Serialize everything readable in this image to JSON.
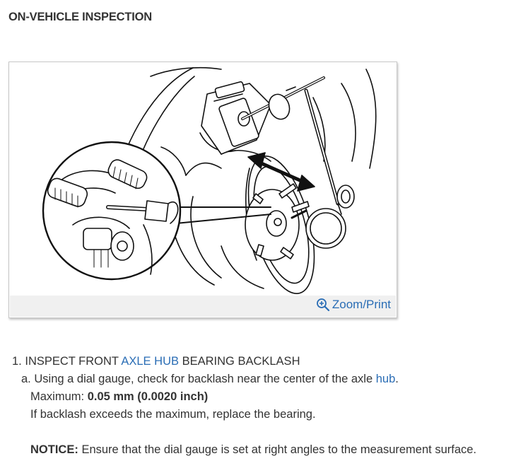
{
  "header": {
    "title": "ON-VEHICLE INSPECTION"
  },
  "figure": {
    "illustration": "axle-hub-dial-gauge-illustration",
    "zoom_label": "Zoom/Print",
    "zoom_icon": "magnifier-zoom-icon"
  },
  "content": {
    "step": {
      "number": "1.",
      "prefix": "INSPECT FRONT",
      "link": "AXLE HUB",
      "suffix": "BEARING BACKLASH"
    },
    "substep": {
      "marker": "a.",
      "text_before": "Using a dial gauge, check for backlash near the center of the axle",
      "link": "hub",
      "text_after": "."
    },
    "maximum": {
      "label": "Maximum:",
      "value": "0.05 mm (0.0020 inch)"
    },
    "instruction": "If backlash exceeds the maximum, replace the bearing.",
    "notice": {
      "label": "NOTICE:",
      "text": "Ensure that the dial gauge is set at right angles to the measurement surface."
    }
  }
}
